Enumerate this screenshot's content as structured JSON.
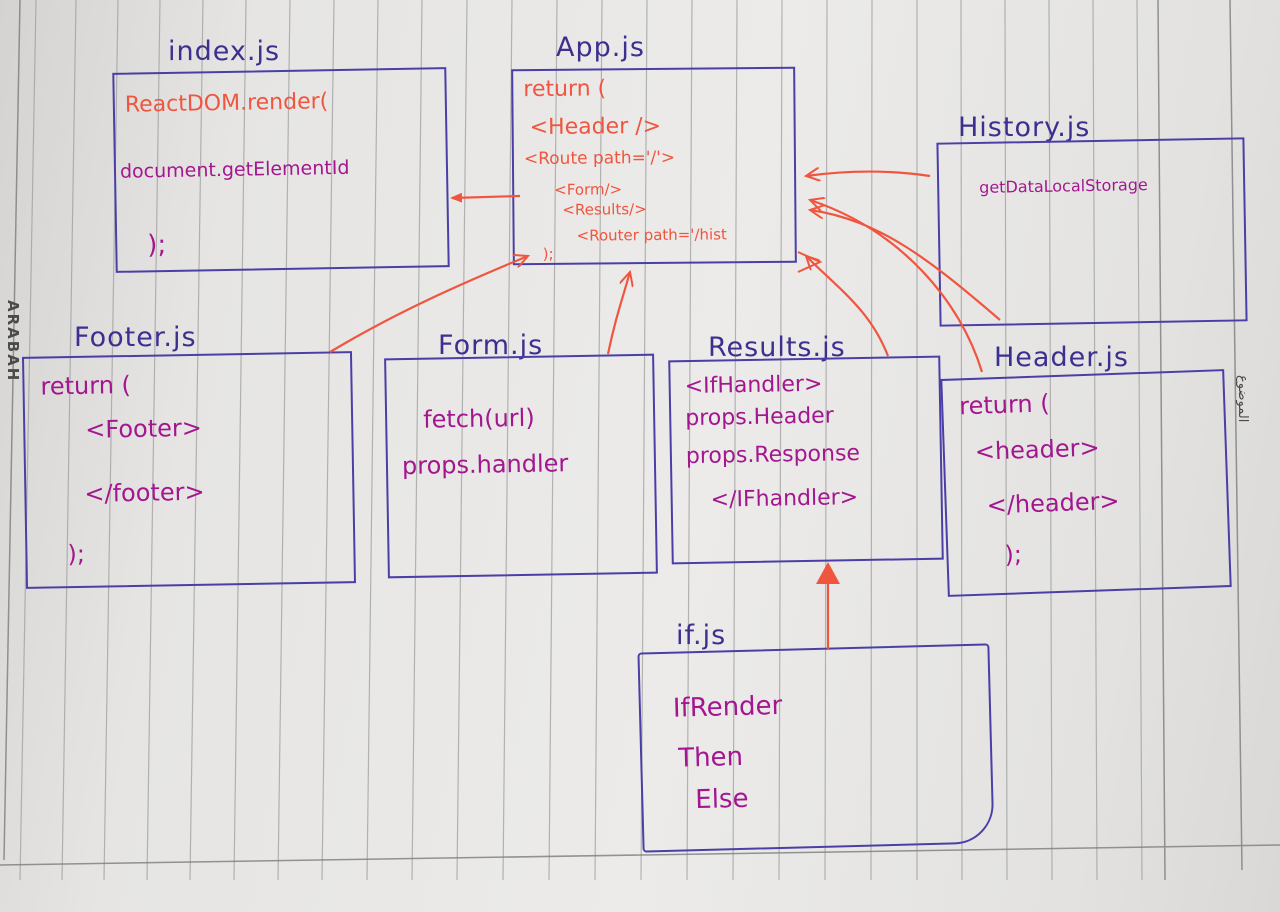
{
  "margin_label": "ARABAH",
  "side_label": "الموضوع",
  "nodes": {
    "index": {
      "title": "index.js",
      "lines": [
        "ReactDOM.render(",
        "document.getElementId",
        ");"
      ]
    },
    "app": {
      "title": "App.js",
      "lines": [
        "return (",
        "<Header />",
        "<Route path='/'>",
        "<Form/>",
        "<Results/>",
        "<Router path='/hist",
        ");"
      ]
    },
    "history": {
      "title": "History.js",
      "lines": [
        "getDataLocalStorage"
      ]
    },
    "footer": {
      "title": "Footer.js",
      "lines": [
        "return (",
        "<Footer>",
        "</footer>",
        ");"
      ]
    },
    "form": {
      "title": "Form.js",
      "lines": [
        "fetch(url)",
        "props.handler"
      ]
    },
    "results": {
      "title": "Results.js",
      "lines": [
        "<IfHandler>",
        "props.Header",
        "props.Response",
        "</IFhandler>"
      ]
    },
    "header": {
      "title": "Header.js",
      "lines": [
        "return (",
        "<header>",
        "</header>",
        ");"
      ]
    },
    "if": {
      "title": "if.js",
      "lines": [
        "IfRender",
        "Then",
        "Else"
      ]
    }
  },
  "colors": {
    "box_border": "#4a3fa6",
    "title_ink": "#3d2f8f",
    "red_ink": "#f0553f",
    "purple_ink": "#a3168f",
    "arrow": "#f0553f"
  }
}
